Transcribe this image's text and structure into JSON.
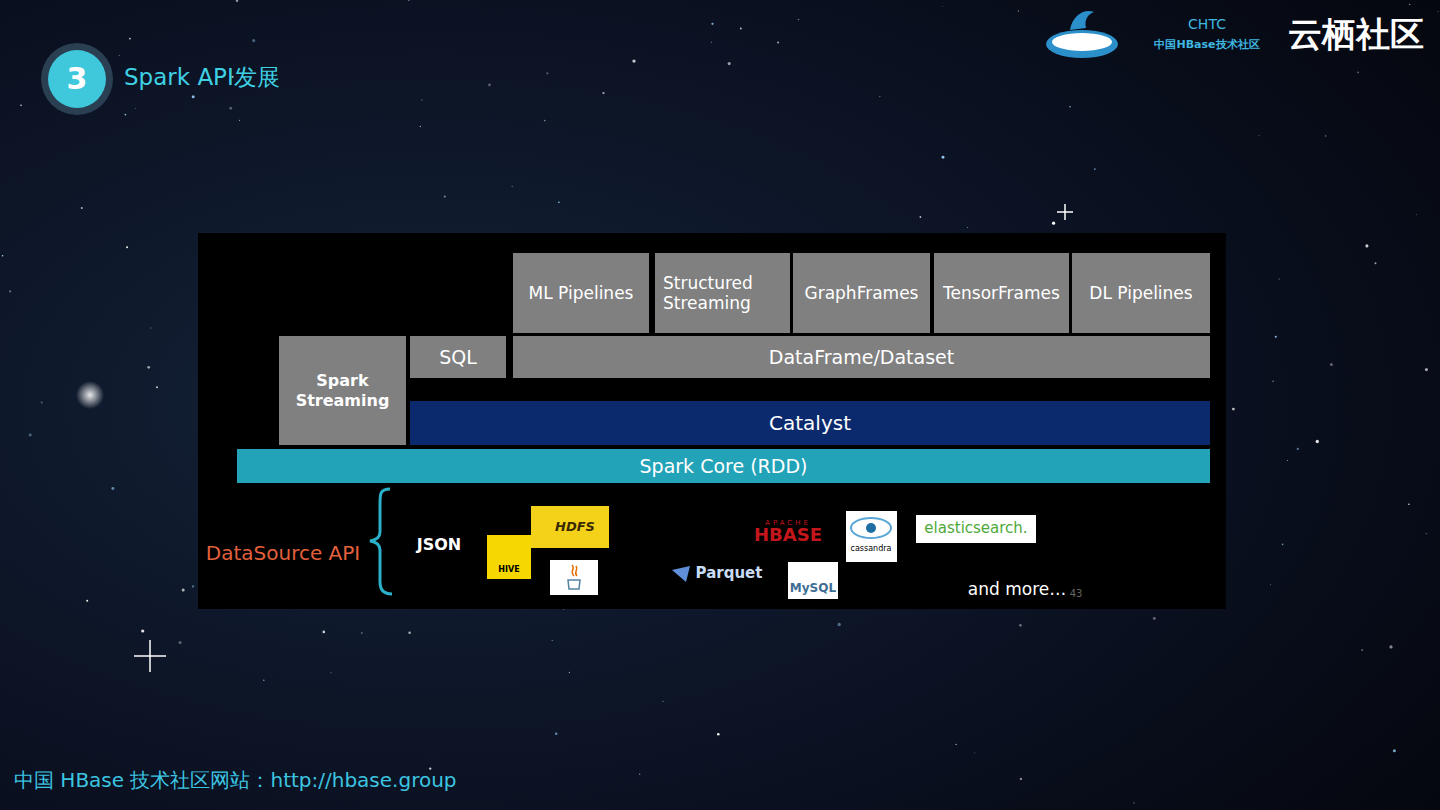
{
  "diagram": {
    "title": "Spark API发展",
    "nodes": [
      {
        "text": [
          "3"
        ]
      },
      {
        "text": [
          "ML Pipelines"
        ]
      },
      {
        "text": [
          "Structured Streaming"
        ]
      },
      {
        "text": [
          "GraphFrames"
        ]
      },
      {
        "text": [
          "TensorFrames"
        ]
      },
      {
        "text": [
          "DL Pipelines"
        ]
      },
      {
        "text": [
          "Spark Streaming"
        ]
      },
      {
        "text": [
          "SQL"
        ]
      },
      {
        "text": [
          "DataFrame/Dataset"
        ]
      },
      {
        "text": [
          "Catalyst"
        ]
      },
      {
        "text": [
          "Spark Core (RDD)"
        ]
      }
    ],
    "labels": [
      "CHTC",
      "中国HBase技术社区",
      "云栖社区",
      "DataSource API",
      "JSON",
      "HDFS",
      "HIVE",
      "Parquet",
      "APACHE",
      "HBASE",
      "cassandra",
      "MySQL",
      "elasticsearch.",
      "and more…",
      "43",
      "中国 HBase 技术社区网站：http://hbase.group"
    ]
  }
}
